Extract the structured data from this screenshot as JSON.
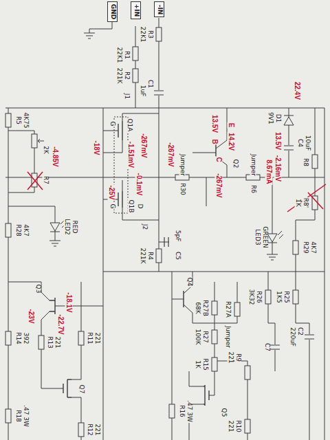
{
  "diagram": {
    "nodes": [
      {
        "text": [
          "GND"
        ]
      },
      {
        "text": [
          "+IN"
        ]
      },
      {
        "text": [
          "-IN"
        ]
      }
    ],
    "labels": [
      "R3",
      "22K1",
      "R1",
      "22K1",
      "R2",
      "221K",
      "C1",
      "1uF",
      "J1",
      "D1",
      "9V1",
      "22.4V",
      "13.5V",
      "C4",
      "10uF",
      "-2.16mV",
      "8.67mA",
      "R8",
      "R8'",
      "1K",
      "Q2",
      "13.5V",
      "B",
      "E",
      "14.2V",
      "C",
      "-267mV",
      "Jumper",
      "R30",
      "Jumper",
      "R6",
      "Q1A",
      "G",
      "-1.51mV",
      "-267mV",
      "-18V",
      "-267mV",
      "-0.1mV",
      "-25V",
      "Q1B",
      "G",
      "D",
      "R5",
      "4K75",
      "2K",
      "-4.85V",
      "R7",
      "LED2",
      "RED",
      "R28",
      "4K7",
      "J2",
      "R4",
      "221K",
      "C5",
      "5pF",
      "LED3",
      "GREEN",
      "R29",
      "4K7",
      "Q3",
      "-23V",
      "-18.1V",
      "-22.7V",
      "R14",
      "392",
      "R13",
      "221",
      "R11",
      "221",
      "Q7",
      "R18",
      ".47 3W",
      "R12",
      "221",
      "Q4",
      "R27B",
      "68K",
      "R27A",
      "Jumper",
      "R27",
      "100K",
      "R15",
      "1K",
      "R9",
      "221",
      "Q5",
      "R16",
      ".47 3W",
      "R10",
      "221",
      "R26",
      "3K32",
      "R25",
      "1K5",
      "C2",
      "220uF",
      "C7"
    ]
  }
}
